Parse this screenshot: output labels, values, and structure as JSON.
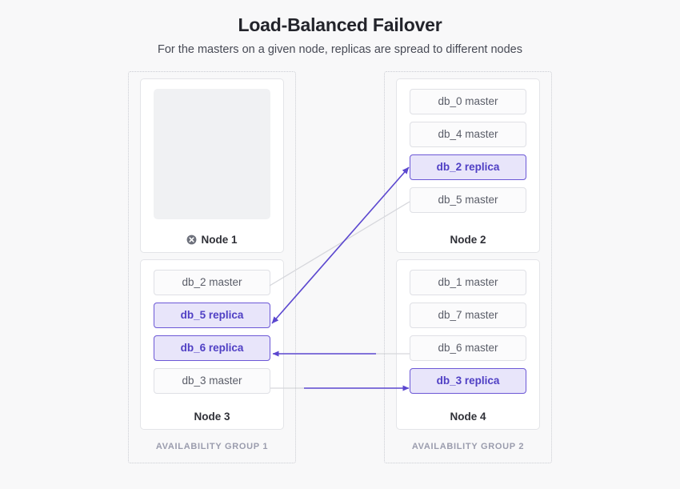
{
  "header": {
    "title": "Load-Balanced Failover",
    "subtitle": "For the masters on a given node, replicas are spread to different nodes"
  },
  "colors": {
    "background": "#f8f8f9",
    "replica_fill": "#e8e5fa",
    "replica_border": "#6c58d6",
    "replica_text": "#4f3fc4",
    "master_fill": "#fbfbfc",
    "master_border": "#dfe0e5",
    "master_text": "#5a5d68",
    "arrow_purple": "#5b47cf",
    "arrow_grey": "#d6d7dc",
    "group_border": "#c9cbd2",
    "group_label": "#9a9cad",
    "failed_icon": "#6e717c"
  },
  "availability_groups": [
    {
      "id": "ag1",
      "label": "AVAILABILITY GROUP 1",
      "nodes": [
        {
          "id": "node1",
          "label": "Node 1",
          "status": "failed",
          "icon": "failed-circle-x-icon",
          "empty": true,
          "shards": []
        },
        {
          "id": "node3",
          "label": "Node 3",
          "status": "ok",
          "empty": false,
          "shards": [
            {
              "label": "db_2 master",
              "role": "master"
            },
            {
              "label": "db_5 replica",
              "role": "replica"
            },
            {
              "label": "db_6 replica",
              "role": "replica"
            },
            {
              "label": "db_3 master",
              "role": "master"
            }
          ]
        }
      ]
    },
    {
      "id": "ag2",
      "label": "AVAILABILITY GROUP 2",
      "nodes": [
        {
          "id": "node2",
          "label": "Node 2",
          "status": "ok",
          "empty": false,
          "shards": [
            {
              "label": "db_0 master",
              "role": "master"
            },
            {
              "label": "db_4 master",
              "role": "master"
            },
            {
              "label": "db_2 replica",
              "role": "replica"
            },
            {
              "label": "db_5 master",
              "role": "master"
            }
          ]
        },
        {
          "id": "node4",
          "label": "Node 4",
          "status": "ok",
          "empty": false,
          "shards": [
            {
              "label": "db_1 master",
              "role": "master"
            },
            {
              "label": "db_7 master",
              "role": "master"
            },
            {
              "label": "db_6 master",
              "role": "master"
            },
            {
              "label": "db_3 replica",
              "role": "replica"
            }
          ]
        }
      ]
    }
  ],
  "connections": [
    {
      "id": "db2-link",
      "from": "node3.db_2 master",
      "to": "node2.db_2 replica",
      "color": "grey",
      "arrow": "none"
    },
    {
      "id": "db5-link",
      "from": "node2.db_2 replica",
      "to": "node3.db_5 replica",
      "color": "purple",
      "arrow": "both"
    },
    {
      "id": "db6-link",
      "from": "node4.db_6 master",
      "to": "node3.db_6 replica",
      "color": "purple",
      "arrow": "end"
    },
    {
      "id": "db3-link",
      "from": "node3.db_3 master",
      "to": "node4.db_3 replica",
      "color": "purple",
      "arrow": "end"
    }
  ]
}
